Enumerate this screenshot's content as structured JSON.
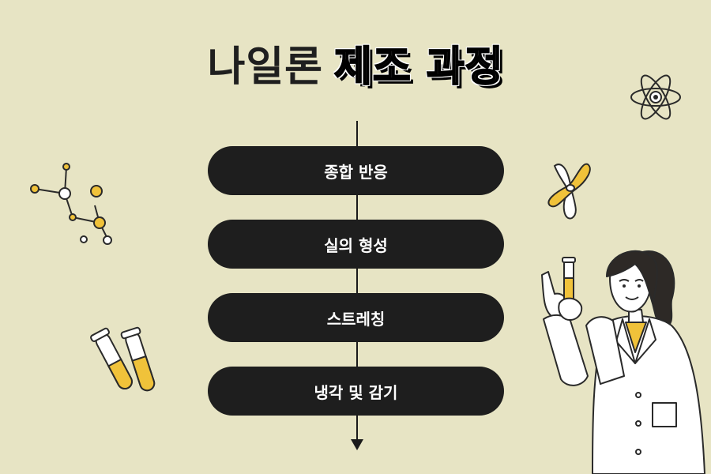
{
  "title": {
    "part1": "나일론",
    "part2": "제조 과정"
  },
  "steps": [
    {
      "label": "종합 반응"
    },
    {
      "label": "실의 형성"
    },
    {
      "label": "스트레칭"
    },
    {
      "label": "냉각 및 감기"
    }
  ],
  "colors": {
    "background": "#e7e4c4",
    "step_fill": "#1e1e1e",
    "accent": "#f0c23a"
  },
  "icons": [
    "molecule-icon",
    "atom-icon",
    "chromosome-icon",
    "test-tubes-icon",
    "scientist-illustration"
  ]
}
